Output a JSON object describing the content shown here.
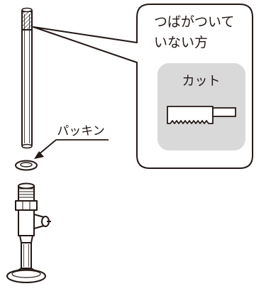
{
  "callout": {
    "line1": "つばがついて",
    "line2": "いない方",
    "cut_label": "カット"
  },
  "packing_label": "パッキン",
  "icons": {
    "pipe": "pipe-icon",
    "packing": "packing-ring-icon",
    "valve": "stop-valve-icon",
    "saw": "saw-icon"
  },
  "colors": {
    "stroke": "#231815",
    "cut_panel": "#d9d9d9",
    "callout_fill": "#ffffff"
  }
}
